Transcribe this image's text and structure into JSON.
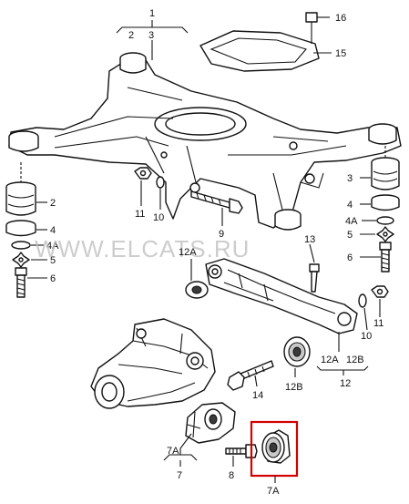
{
  "watermark": "WWW.ELCATS.RU",
  "highlight_color": "#d40000",
  "labels": {
    "n1": "1",
    "n2": "2",
    "n3": "3",
    "n16": "16",
    "n15": "15",
    "l2": "2",
    "l4": "4",
    "l4A": "4A",
    "l5": "5",
    "l6": "6",
    "n11a": "11",
    "n10a": "10",
    "n9": "9",
    "r3": "3",
    "r4A": "4A",
    "r5": "5",
    "r6": "6",
    "n12A_top": "12A",
    "n13": "13",
    "n10b": "10",
    "n11b": "11",
    "n12A": "12A",
    "n12B": "12B",
    "n12": "12",
    "n14": "14",
    "n12B_low": "12B",
    "n7A": "7A",
    "n7": "7",
    "n8": "8",
    "n7A_box": "7A"
  }
}
